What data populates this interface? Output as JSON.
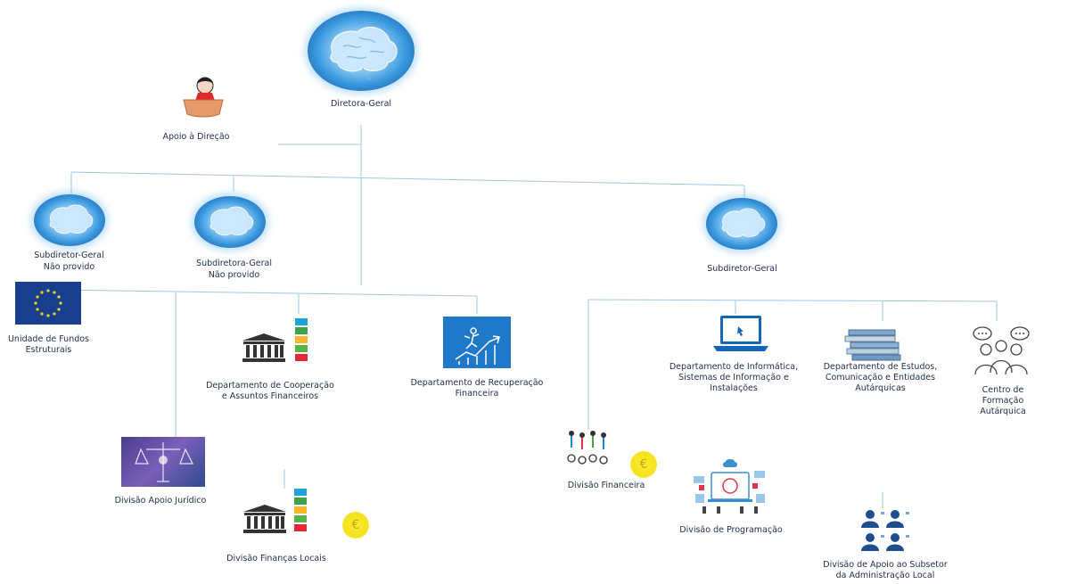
{
  "nodes": {
    "director_general": "Diretora-Geral",
    "support": "Apoio à Direção",
    "subdirector_left": "Subdiretor-Geral",
    "subdirector_left_status": "Não provido",
    "subdirector_mid": "Subdiretora-Geral",
    "subdirector_mid_status": "Não provido",
    "subdirector_right": "Subdiretor-Geral",
    "structural_funds": "Unidade de Fundos Estruturais",
    "cooperation": "Departamento de Cooperação e Assuntos Financeiros",
    "recovery": "Departamento de Recuperação Financeira",
    "informatics": "Departamento de Informática, Sistemas de Informação e Instalações",
    "studies": "Departamento de Estudos, Comunicação e Entidades Autárquicas",
    "training": "Centro de Formação Autárquica",
    "legal": "Divisão Apoio Jurídico",
    "local_finance": "Divisão Finanças Locais",
    "financial": "Divisão Financeira",
    "programming": "Divisão de Programação",
    "subsector": "Divisão de Apoio ao Subsetor da Administração Local"
  },
  "colors": {
    "connector": "#9fc8e6",
    "eu_blue": "#1b3f8f",
    "eu_star": "#f2d21b",
    "recovery_blue": "#1f78c8",
    "laptop_blue": "#1565b8",
    "coin_yellow": "#f4e21a"
  },
  "icons": {
    "brain": "brain-icon",
    "support": "receptionist-icon",
    "eu": "eu-flag-icon",
    "bank": "bank-building-icon",
    "sdg": "sdg-stack-icon",
    "recovery": "growth-chart-icon",
    "laptop": "laptop-icon",
    "books": "books-stack-icon",
    "training": "people-group-icon",
    "legal": "justice-scales-icon",
    "financial": "people-network-icon",
    "programming": "programming-workspace-icon",
    "subsector": "users-icon",
    "coin": "euro-coin-icon"
  }
}
